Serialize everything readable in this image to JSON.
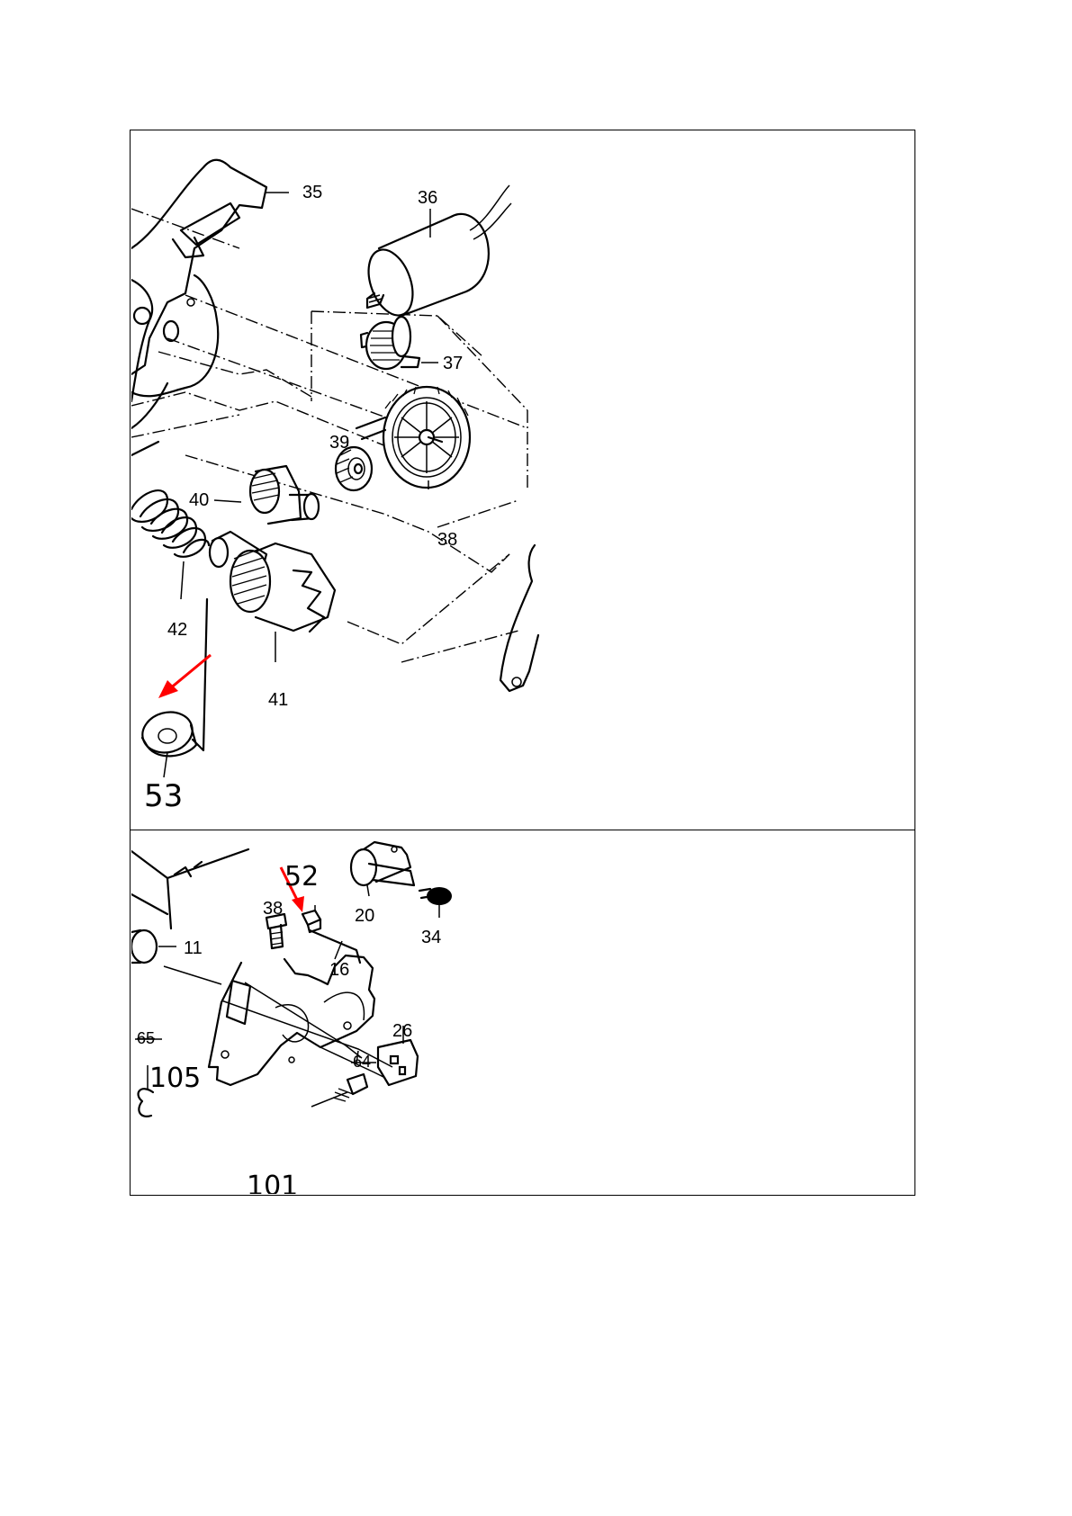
{
  "diagram_top": {
    "callouts": [
      {
        "id": "c35",
        "text": "35"
      },
      {
        "id": "c36",
        "text": "36"
      },
      {
        "id": "c37",
        "text": "37"
      },
      {
        "id": "c39",
        "text": "39"
      },
      {
        "id": "c40",
        "text": "40"
      },
      {
        "id": "c38",
        "text": "38"
      },
      {
        "id": "c42",
        "text": "42"
      },
      {
        "id": "c41",
        "text": "41"
      }
    ],
    "handwritten_callout": "53",
    "highlight_color": "#ff0000"
  },
  "diagram_bottom": {
    "callouts": [
      {
        "id": "b38",
        "text": "38"
      },
      {
        "id": "b20",
        "text": "20"
      },
      {
        "id": "b34",
        "text": "34"
      },
      {
        "id": "b16",
        "text": "16"
      },
      {
        "id": "b11",
        "text": "11"
      },
      {
        "id": "b26",
        "text": "26"
      }
    ],
    "handwritten_callouts": [
      "52",
      "105",
      "101"
    ],
    "struck_callouts": [
      "65",
      "64"
    ],
    "highlight_color": "#ff0000"
  }
}
